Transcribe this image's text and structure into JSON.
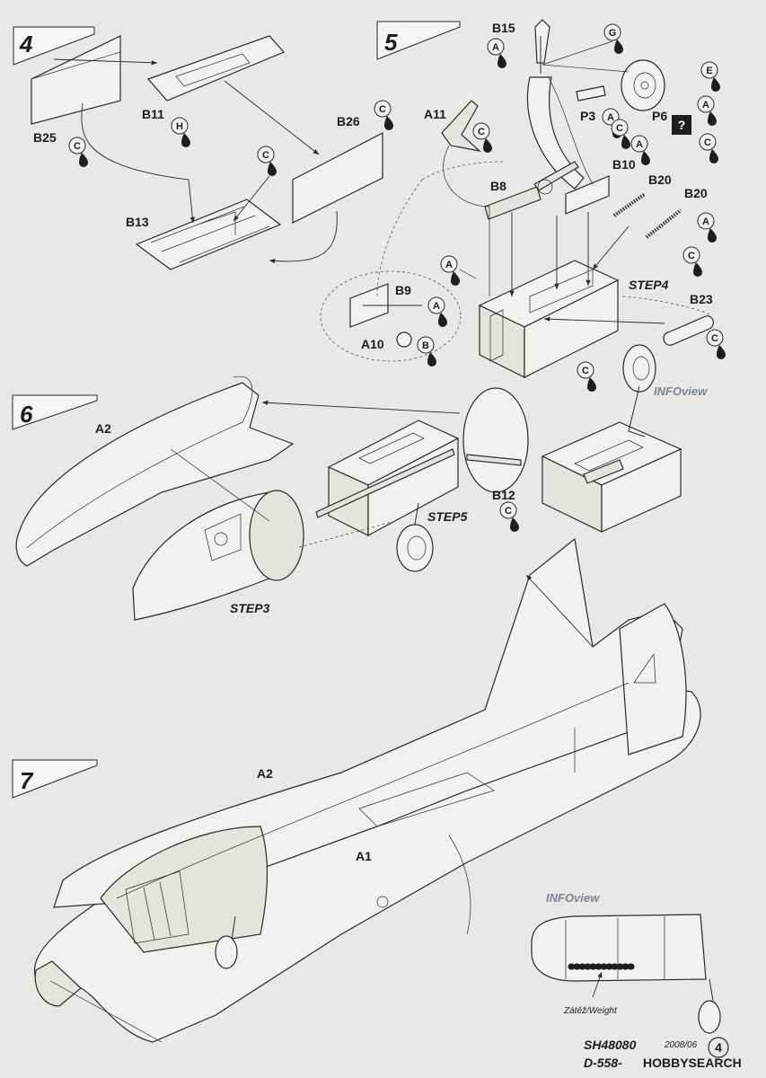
{
  "steps": {
    "s4": "4",
    "s5": "5",
    "s6": "6",
    "s7": "7"
  },
  "parts": {
    "B25": "B25",
    "B11": "B11",
    "B26": "B26",
    "B13": "B13",
    "B15": "B15",
    "A11": "A11",
    "P3": "P3",
    "P6": "P6",
    "B10": "B10",
    "B8": "B8",
    "B20a": "B20",
    "B20b": "B20",
    "B9": "B9",
    "A10": "A10",
    "B23": "B23",
    "A2_6": "A2",
    "B12": "B12",
    "A2_7": "A2",
    "A1": "A1"
  },
  "sub_steps": {
    "step4": "STEP4",
    "step5": "STEP5",
    "step3": "STEP3"
  },
  "info": {
    "info1": "INFOview",
    "info2": "INFOview",
    "weight": "Zátěž/Weight"
  },
  "footer": {
    "code": "SH48080",
    "model": "D-558-",
    "date": "2008/06",
    "page": "4",
    "watermark": "HOBBYSEARCH"
  },
  "colors": {
    "A": "A",
    "B": "B",
    "C": "C",
    "E": "E",
    "G": "G",
    "H": "H",
    "unknown": "?"
  }
}
